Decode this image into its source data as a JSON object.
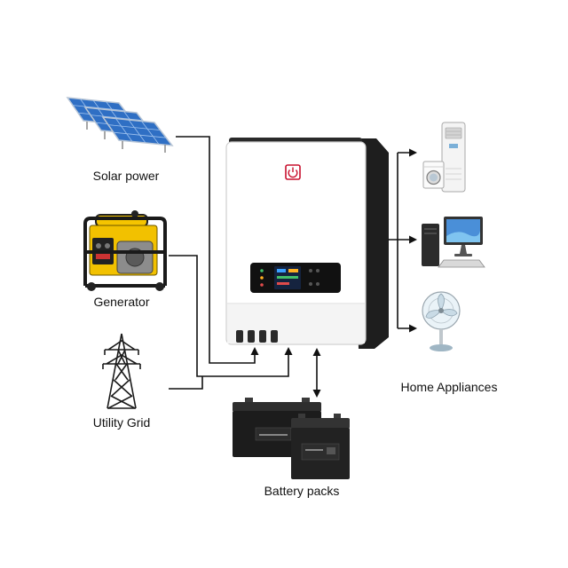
{
  "diagram": {
    "sources": [
      {
        "id": "solar",
        "label": "Solar power",
        "icon": "solar-panel-icon"
      },
      {
        "id": "generator",
        "label": "Generator",
        "icon": "generator-icon"
      },
      {
        "id": "grid",
        "label": "Utility Grid",
        "icon": "power-tower-icon"
      }
    ],
    "hub": {
      "icon": "hybrid-inverter-icon"
    },
    "loads": {
      "label": "Home Appliances",
      "icons": [
        "air-conditioner-icon",
        "washing-machine-icon",
        "desktop-computer-icon",
        "electric-fan-icon"
      ]
    },
    "storage": {
      "label": "Battery packs",
      "icon": "battery-icon"
    },
    "colors": {
      "connector": "#111111",
      "solar_cell": "#2f6fc4",
      "generator_body": "#f2c100",
      "inverter_body": "#ffffff",
      "inverter_side": "#1e1e1e",
      "logo_accent": "#c8102e",
      "battery": "#1c1c1c"
    }
  }
}
